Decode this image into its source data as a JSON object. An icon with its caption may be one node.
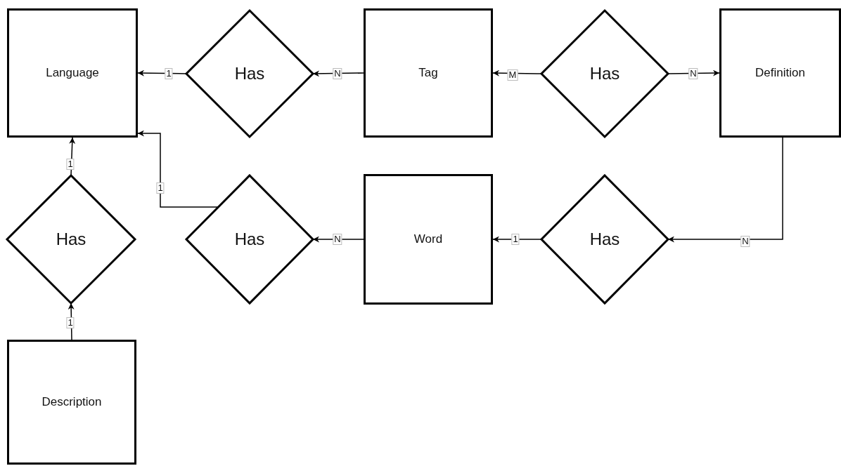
{
  "diagram": {
    "nodes": [
      {
        "text": [
          "Language"
        ]
      },
      {
        "text": [
          "Has"
        ]
      },
      {
        "text": [
          "Tag"
        ]
      },
      {
        "text": [
          "Has"
        ]
      },
      {
        "text": [
          "Definition"
        ]
      },
      {
        "text": [
          "Has"
        ]
      },
      {
        "text": [
          "Has"
        ]
      },
      {
        "text": [
          "Word"
        ]
      },
      {
        "text": [
          "Has"
        ]
      },
      {
        "text": [
          "Description"
        ]
      }
    ],
    "edges": [
      {
        "from": 1,
        "to": 0,
        "arrow": "to",
        "label": "1"
      },
      {
        "from": 2,
        "to": 1,
        "arrow": "to",
        "label": "N"
      },
      {
        "from": 3,
        "to": 2,
        "arrow": "to",
        "label": "M"
      },
      {
        "from": 3,
        "to": 4,
        "arrow": "to",
        "label": "N"
      },
      {
        "from": 4,
        "to": 8,
        "arrow": "to",
        "label": "N"
      },
      {
        "from": 8,
        "to": 7,
        "arrow": "to",
        "label": "1"
      },
      {
        "from": 7,
        "to": 6,
        "arrow": "to",
        "label": "N"
      },
      {
        "from": 6,
        "to": 0,
        "arrow": "to",
        "label": "1"
      },
      {
        "from": 5,
        "to": 0,
        "arrow": "to",
        "label": "1"
      },
      {
        "from": 9,
        "to": 5,
        "arrow": "to",
        "label": "1"
      }
    ]
  }
}
